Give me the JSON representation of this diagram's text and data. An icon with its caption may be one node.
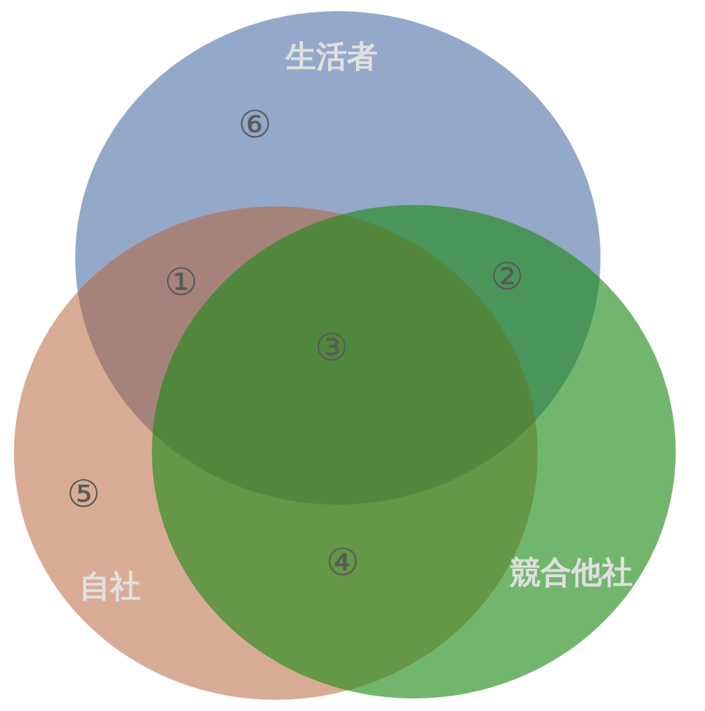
{
  "diagram": {
    "nodes": [
      {
        "text": [
          "生活者"
        ]
      },
      {
        "text": [
          "自社"
        ]
      },
      {
        "text": [
          "競合他社"
        ]
      }
    ],
    "labels": [
      "⑥",
      "①",
      "②",
      "③",
      "⑤",
      "④"
    ]
  }
}
